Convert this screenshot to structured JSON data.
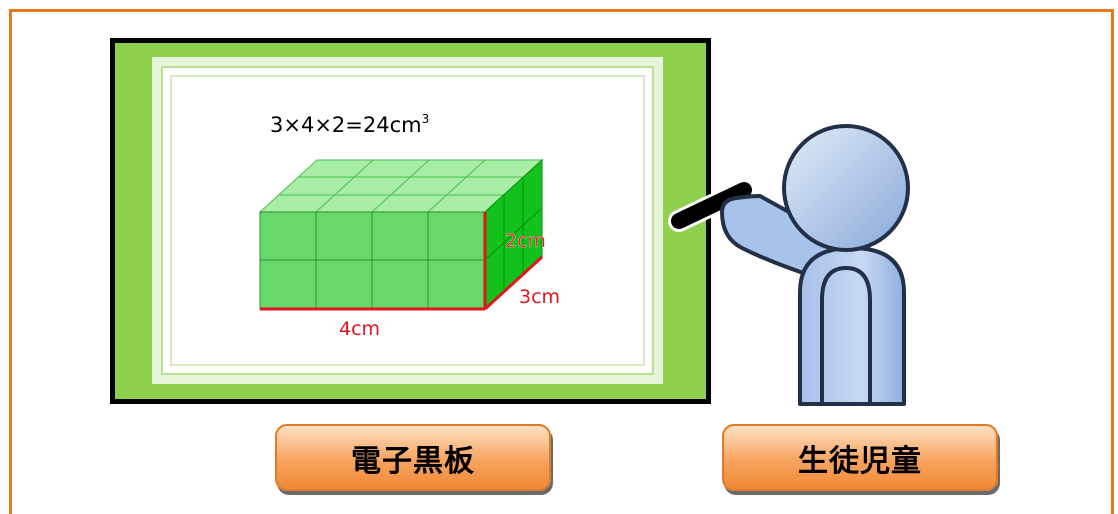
{
  "board": {
    "formula_main": "3×4×2=24cm",
    "formula_sup": "3",
    "dim_height": "2cm",
    "dim_depth": "3cm",
    "dim_width": "4cm"
  },
  "labels": {
    "board": "電子黒板",
    "student": "生徒児童"
  },
  "colors": {
    "frame": "#e87a1e",
    "board_border": "#8fd14f",
    "cube_front": "#67d86a",
    "cube_top": "#a9eea6",
    "cube_side": "#10c21a",
    "dimension_red": "#e3141c",
    "person": "#a7c3ea"
  }
}
